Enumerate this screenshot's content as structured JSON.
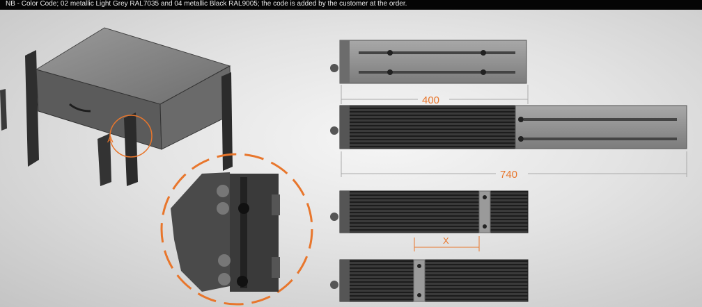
{
  "header": {
    "note": "NB - Color Code; 02 metallic Light Grey RAL7035 and 04 metallic Black RAL9005; the code is added by the customer at the order."
  },
  "dimensions": {
    "closed_length": "400",
    "extended_length": "740",
    "adjustable": "X"
  },
  "detail_marker": "A",
  "colors": {
    "accent": "#e8762c",
    "rail_dark": "#2c2c2c",
    "rail_grey": "#8e8e8e"
  }
}
